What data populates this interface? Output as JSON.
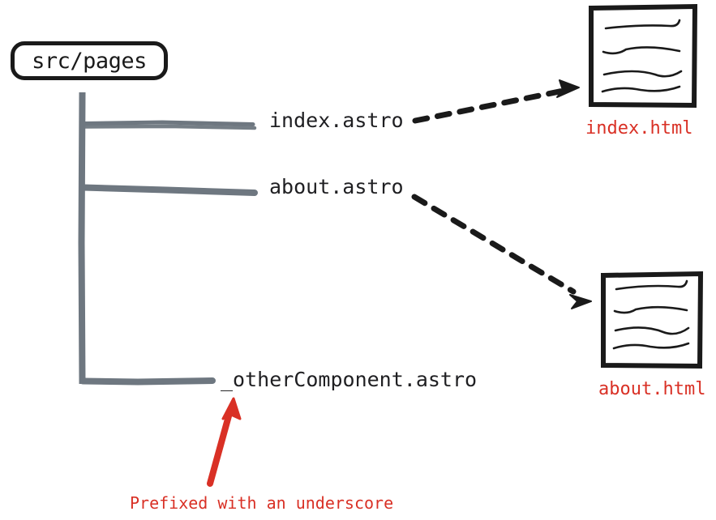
{
  "diagram": {
    "title_node": {
      "label": "src/pages",
      "shape": "rounded-rect"
    },
    "tree_items": [
      {
        "name": "index.astro",
        "kind": "page-file"
      },
      {
        "name": "about.astro",
        "kind": "page-file"
      },
      {
        "name": "_otherComponent.astro",
        "kind": "non-page-file"
      }
    ],
    "outputs": [
      {
        "name": "index.html",
        "source": "index.astro"
      },
      {
        "name": "about.html",
        "source": "about.astro"
      }
    ],
    "annotation": {
      "text": "Prefixed with an underscore",
      "points_to": "_otherComponent.astro"
    },
    "connectors": [
      {
        "from": "index.astro",
        "to": "index.html",
        "style": "dashed-arrow"
      },
      {
        "from": "about.astro",
        "to": "about.html",
        "style": "dashed-arrow"
      }
    ],
    "colors": {
      "ink": "#1a1a1a",
      "text": "#1f1f22",
      "tree_line": "#6e7780",
      "accent_red": "#d93025",
      "background": "#ffffff"
    }
  }
}
